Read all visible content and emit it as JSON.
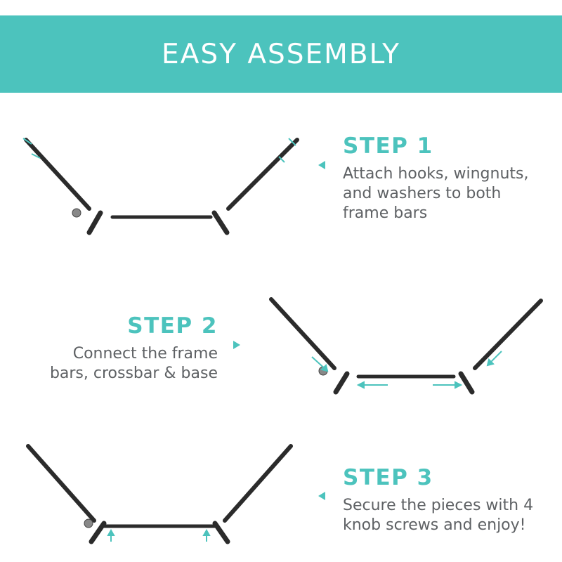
{
  "header": {
    "title": "EASY ASSEMBLY"
  },
  "steps": [
    {
      "title": "STEP 1",
      "lines": [
        "Attach hooks, wingnuts,",
        "and washers to both",
        "frame bars"
      ]
    },
    {
      "title": "STEP 2",
      "lines": [
        "Connect the frame",
        "bars, crossbar & base"
      ]
    },
    {
      "title": "STEP 3",
      "lines": [
        "Secure the pieces with 4",
        "knob screws and enjoy!"
      ]
    }
  ],
  "colors": {
    "accent": "#4cc3bd",
    "text": "#5e6164",
    "frame": "#2b2b2b"
  }
}
